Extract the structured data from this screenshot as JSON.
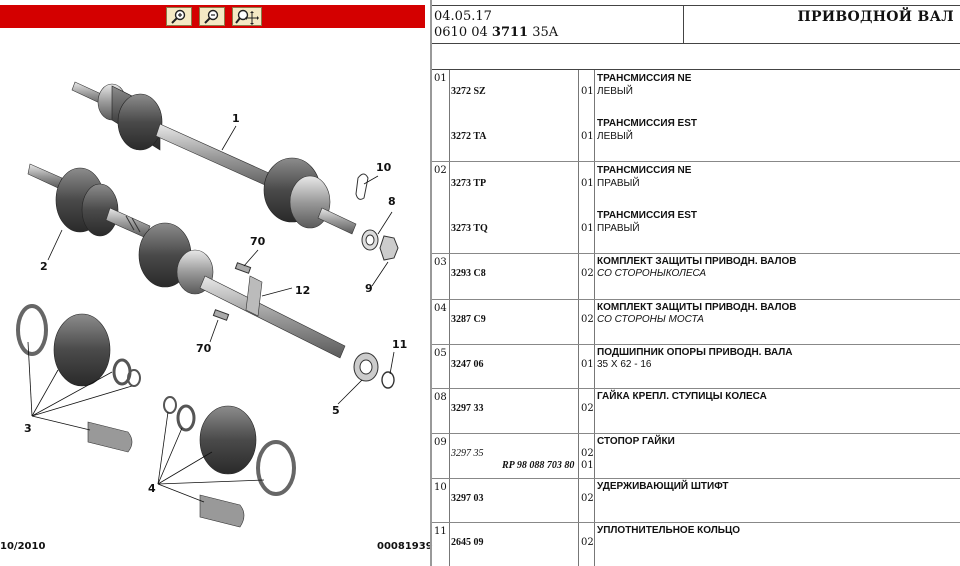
{
  "toolbar": {
    "buttons": [
      {
        "name": "zoom-in-button",
        "icon": "zoom-in-icon"
      },
      {
        "name": "zoom-out-button",
        "icon": "zoom-out-icon"
      },
      {
        "name": "zoom-move-button",
        "icon": "zoom-move-icon"
      }
    ],
    "bar_color": "#d40000"
  },
  "diagram": {
    "callouts": [
      "1",
      "2",
      "3",
      "4",
      "5",
      "8",
      "9",
      "10",
      "11",
      "12",
      "70",
      "70"
    ],
    "footer_date": "10/2010",
    "footer_id": "00081939"
  },
  "header": {
    "date": "04.05.17",
    "code_prefix": "0610 04",
    "code_bold": "3711",
    "code_suffix": "35A",
    "title": "ПРИВОДНОЙ ВАЛ"
  },
  "groups": [
    {
      "num": "01",
      "items": [
        {
          "ref": "3272 SZ",
          "qty": "01",
          "desc": "ТРАНСМИССИЯ NE",
          "sub": "ЛЕВЫЙ"
        },
        {
          "ref": "3272 TA",
          "qty": "01",
          "desc": "ТРАНСМИССИЯ EST",
          "sub": "ЛЕВЫЙ"
        }
      ]
    },
    {
      "num": "02",
      "items": [
        {
          "ref": "3273 TP",
          "qty": "01",
          "desc": "ТРАНСМИССИЯ NE",
          "sub": "ПРАВЫЙ"
        },
        {
          "ref": "3273 TQ",
          "qty": "01",
          "desc": "ТРАНСМИССИЯ EST",
          "sub": "ПРАВЫЙ"
        }
      ]
    },
    {
      "num": "03",
      "items": [
        {
          "ref": "3293 C8",
          "qty": "02",
          "desc": "КОМПЛЕКТ ЗАЩИТЫ ПРИВОДН. ВАЛОВ",
          "sub": "СО СТОРОНЫКОЛЕСА"
        }
      ]
    },
    {
      "num": "04",
      "items": [
        {
          "ref": "3287 C9",
          "qty": "02",
          "desc": "КОМПЛЕКТ ЗАЩИТЫ ПРИВОДН. ВАЛОВ",
          "sub": "СО СТОРОНЫ МОСТА"
        }
      ]
    },
    {
      "num": "05",
      "items": [
        {
          "ref": "3247 06",
          "qty": "01",
          "desc": "ПОДШИПНИК ОПОРЫ ПРИВОДН. ВАЛА",
          "sub": "35 X 62 - 16"
        }
      ]
    },
    {
      "num": "08",
      "items": [
        {
          "ref": "3297 33",
          "qty": "02",
          "desc": "ГАЙКА КРЕПЛ. СТУПИЦЫ КОЛЕСА",
          "sub": ""
        }
      ]
    },
    {
      "num": "09",
      "items": [
        {
          "ref": "3297 35",
          "rp": "RP 98 088 703 80",
          "qty": "02",
          "qty2": "01",
          "desc": "СТОПОР ГАЙКИ",
          "sub": ""
        }
      ]
    },
    {
      "num": "10",
      "items": [
        {
          "ref": "3297 03",
          "qty": "02",
          "desc": "УДЕРЖИВАЮЩИЙ ШТИФТ",
          "sub": ""
        }
      ]
    },
    {
      "num": "11",
      "items": [
        {
          "ref": "2645 09",
          "qty": "02",
          "desc": "УПЛОТНИТЕЛЬНОЕ КОЛЬЦО",
          "sub": ""
        }
      ]
    }
  ]
}
